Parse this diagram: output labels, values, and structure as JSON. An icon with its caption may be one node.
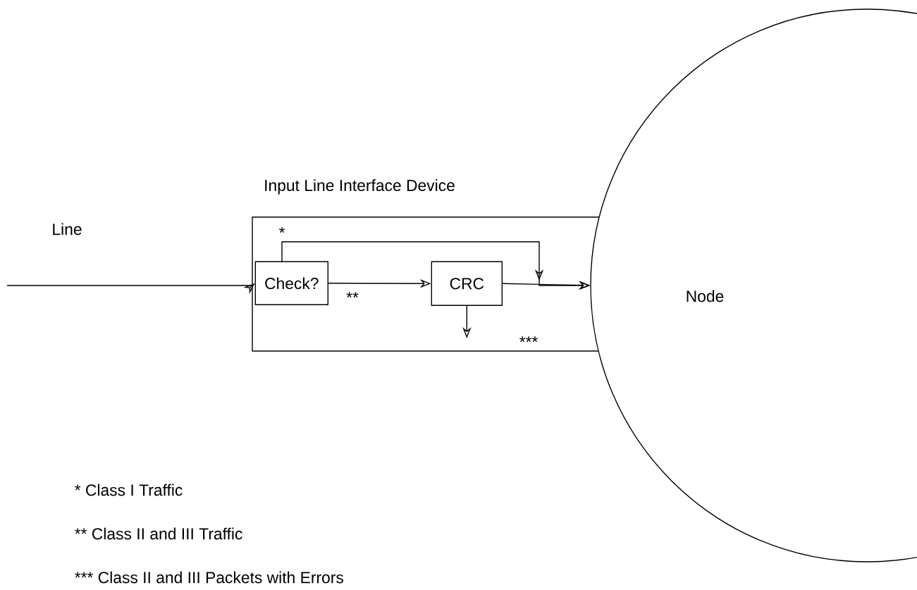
{
  "diagram": {
    "nodes": [
      {
        "text": [
          "Input Line Interface Device"
        ]
      },
      {
        "text": [
          "Check?"
        ],
        "in": 0
      },
      {
        "text": [
          "CRC"
        ],
        "in": 0
      },
      {
        "text": [
          "Node"
        ]
      }
    ],
    "edges": [
      {
        "from": null,
        "to": 1,
        "arrow": "to",
        "label": "Line"
      },
      {
        "from": 1,
        "to": 2,
        "arrow": "to",
        "label": "**"
      },
      {
        "from": 1,
        "to": 3,
        "arrow": "to",
        "label": "*"
      },
      {
        "from": 2,
        "to": 3,
        "arrow": "to"
      },
      {
        "from": 2,
        "to": null,
        "arrow": "to",
        "label": "***"
      }
    ],
    "labels": [
      "* Class I Traffic",
      "** Class II and III Traffic",
      "*** Class II and III Packets with Errors"
    ]
  }
}
